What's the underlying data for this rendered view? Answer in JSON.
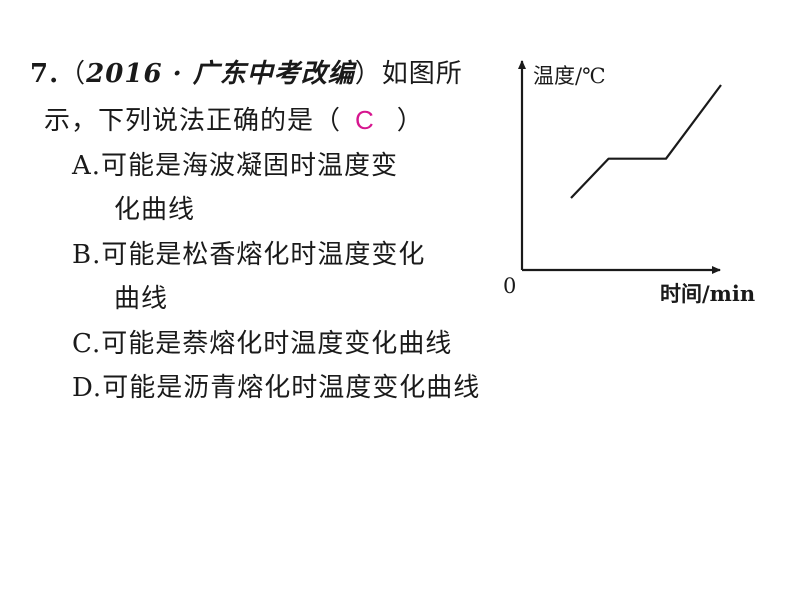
{
  "question": {
    "number": "7.",
    "source_open": "（",
    "source": "2016 · 广东中考改编",
    "source_close": "）",
    "stem_line1": "如图所",
    "stem_line2_before": "示，下列说法正确的是（",
    "answer": "C",
    "stem_line2_after": "）",
    "options": [
      {
        "letter": "A.",
        "text_line1": "可能是海波凝固时温度变",
        "text_line2": "化曲线"
      },
      {
        "letter": "B.",
        "text_line1": "可能是松香熔化时温度变化",
        "text_line2": "曲线"
      },
      {
        "letter": "C.",
        "text_line1": "可能是萘熔化时温度变化曲线"
      },
      {
        "letter": "D.",
        "text_line1": "可能是沥青熔化时温度变化曲线"
      }
    ]
  },
  "graph": {
    "y_axis_label": "温度/℃",
    "x_axis_label": "时间/min",
    "origin_label": "0",
    "axis_color": "#1a1a1a",
    "curve_color": "#1a1a1a",
    "curve": [
      {
        "t": 0.0,
        "temp": 0.58
      },
      {
        "t": 0.15,
        "temp": 0.9
      },
      {
        "t": 0.38,
        "temp": 0.9
      },
      {
        "t": 0.6,
        "temp": 1.5
      }
    ]
  }
}
